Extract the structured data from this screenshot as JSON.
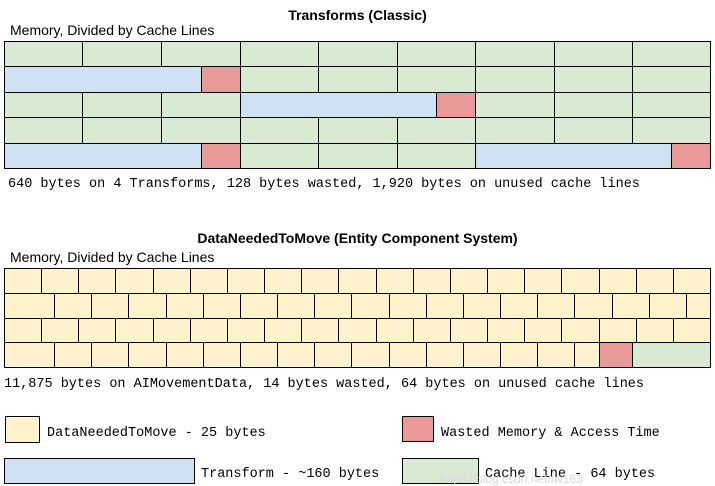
{
  "top": {
    "title": "Transforms (Classic)",
    "subtitle": "Memory, Divided by Cache Lines",
    "summary": "640 bytes on 4 Transforms, 128 bytes wasted, 1,920 bytes on unused cache lines"
  },
  "bottom": {
    "title": "DataNeededToMove (Entity Component System)",
    "subtitle": "Memory, Divided by Cache Lines",
    "summary": "11,875 bytes on AIMovementData, 14 bytes wasted, 64 bytes on unused cache lines"
  },
  "legend": {
    "data_needed": "DataNeededToMove - 25 bytes",
    "wasted": "Wasted Memory & Access Time",
    "transform": "Transform - ~160 bytes",
    "cache_line": "Cache Line - 64 bytes"
  },
  "colors": {
    "cache_line": "#d9ead3",
    "transform": "#cfe2f3",
    "wasted": "#ea9999",
    "data_needed": "#fff2cc"
  },
  "watermark": "https://blog.csdn.net/tw163"
}
